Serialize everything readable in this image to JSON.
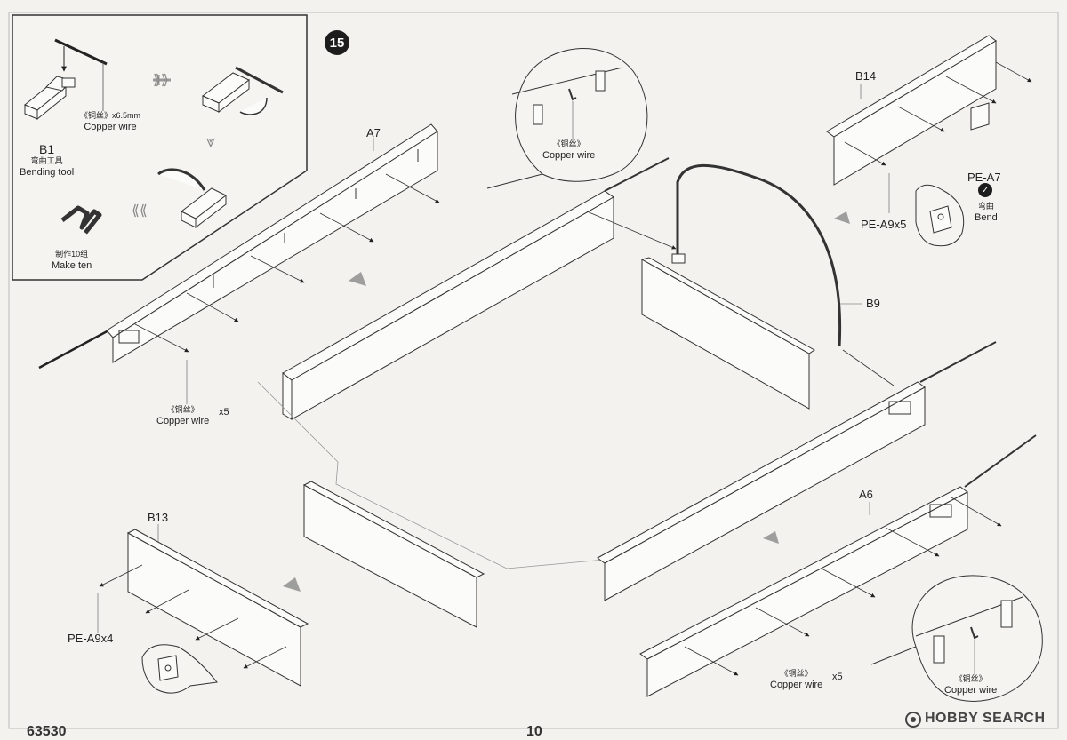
{
  "step": {
    "number": "15"
  },
  "inset": {
    "copper_wire": {
      "cn": "《铜丝》x6.5mm",
      "en": "Copper wire"
    },
    "bending_tool": {
      "part": "B1",
      "cn": "弯曲工具",
      "en": "Bending tool"
    },
    "make_ten": {
      "cn": "制作10组",
      "en": "Make ten"
    }
  },
  "parts": {
    "a7": "A7",
    "a6": "A6",
    "b14": "B14",
    "b13": "B13",
    "b9": "B9",
    "pe_a7": "PE-A7",
    "pe_a9x5": "PE-A9x5",
    "pe_a9x4": "PE-A9x4"
  },
  "bend_note": {
    "cn": "弯曲",
    "en": "Bend",
    "icon": "checkmark-icon"
  },
  "copper_wire_notes": {
    "left": {
      "cn": "《铜丝》",
      "en": "Copper wire",
      "qty": "x5"
    },
    "bottom": {
      "cn": "《铜丝》",
      "en": "Copper wire",
      "qty": "x5"
    },
    "top_callout": {
      "cn": "《铜丝》",
      "en": "Copper wire"
    },
    "bottom_right_callout": {
      "cn": "《铜丝》",
      "en": "Copper wire"
    }
  },
  "footer": {
    "product_code": "63530",
    "page_number": "10"
  },
  "watermark": {
    "text": "HOBBY SEARCH"
  }
}
